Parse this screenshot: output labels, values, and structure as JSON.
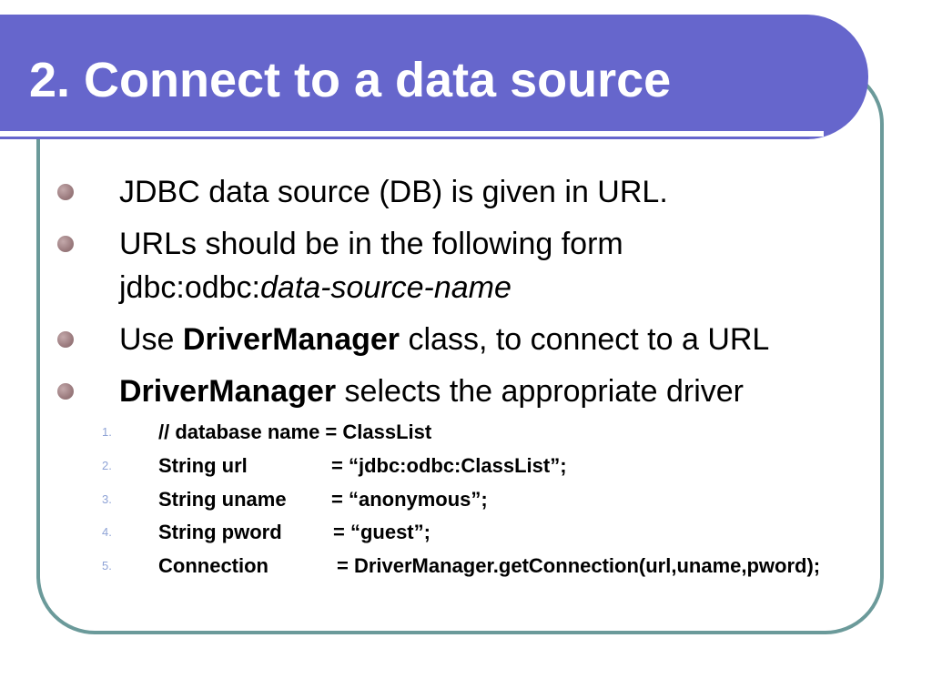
{
  "slide": {
    "title": "2. Connect to a data source",
    "bullets": [
      {
        "parts": [
          {
            "text": "JDBC data source (DB) is given in URL."
          }
        ]
      },
      {
        "parts": [
          {
            "text": "URLs should be in the following form"
          }
        ]
      },
      {
        "parts": [
          {
            "text": "jdbc:odbc:"
          },
          {
            "text": "data-source-name",
            "style": "italic"
          }
        ]
      },
      {
        "parts": [
          {
            "text": "Use "
          },
          {
            "text": "DriverManager",
            "style": "bold"
          },
          {
            "text": " class, to connect to a URL"
          }
        ]
      },
      {
        "parts": [
          {
            "text": "DriverManager",
            "style": "bold"
          },
          {
            "text": " selects the appropriate driver"
          }
        ]
      }
    ],
    "code": [
      {
        "num": "1.",
        "a": "// database name = ClassList",
        "b": ""
      },
      {
        "num": "2.",
        "a": "String url",
        "b": "= “jdbc:odbc:ClassList”;"
      },
      {
        "num": "3.",
        "a": "String uname",
        "b": "= “anonymous”;"
      },
      {
        "num": "4.",
        "a": "String pword",
        "b": "= “guest”;"
      },
      {
        "num": "5.",
        "a": "Connection",
        "b": "= DriverManager.getConnection(url,uname,pword);"
      }
    ]
  },
  "colors": {
    "title_band": "#6666cc",
    "frame_border": "#6b9a9a",
    "bullet_dot": "#9b7b7e",
    "code_number": "#8fa3d6"
  }
}
